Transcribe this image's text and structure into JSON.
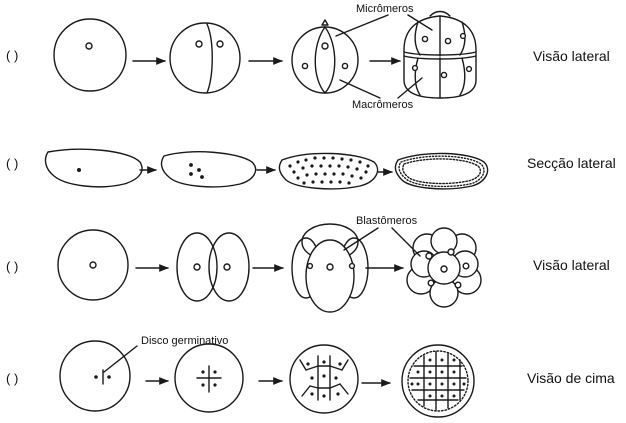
{
  "rows": [
    {
      "answer_slot": "(  )",
      "view_label": "Visão lateral"
    },
    {
      "answer_slot": "(  )",
      "view_label": "Secção lateral"
    },
    {
      "answer_slot": "(  )",
      "view_label": "Visão lateral"
    },
    {
      "answer_slot": "(  )",
      "view_label": "Visão de cima"
    }
  ],
  "annotations": {
    "micromeros": "Micrômeros",
    "macromeros": "Macrômeros",
    "blastomeros": "Blastômeros",
    "disco_germinativo": "Disco germinativo"
  },
  "colors": {
    "ink": "#1a1a1a",
    "background": "#ffffff"
  }
}
